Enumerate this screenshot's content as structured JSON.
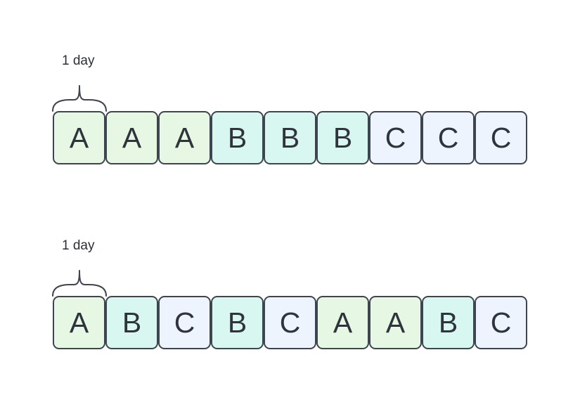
{
  "rows": [
    {
      "label": "1 day",
      "cells": [
        "A",
        "A",
        "A",
        "B",
        "B",
        "B",
        "C",
        "C",
        "C"
      ]
    },
    {
      "label": "1 day",
      "cells": [
        "A",
        "B",
        "C",
        "B",
        "C",
        "A",
        "A",
        "B",
        "C"
      ]
    }
  ],
  "colors": {
    "A": "#e6f8e3",
    "B": "#d8f7f0",
    "C": "#eef4fd",
    "border": "#3f4550",
    "text": "#2f343c"
  }
}
